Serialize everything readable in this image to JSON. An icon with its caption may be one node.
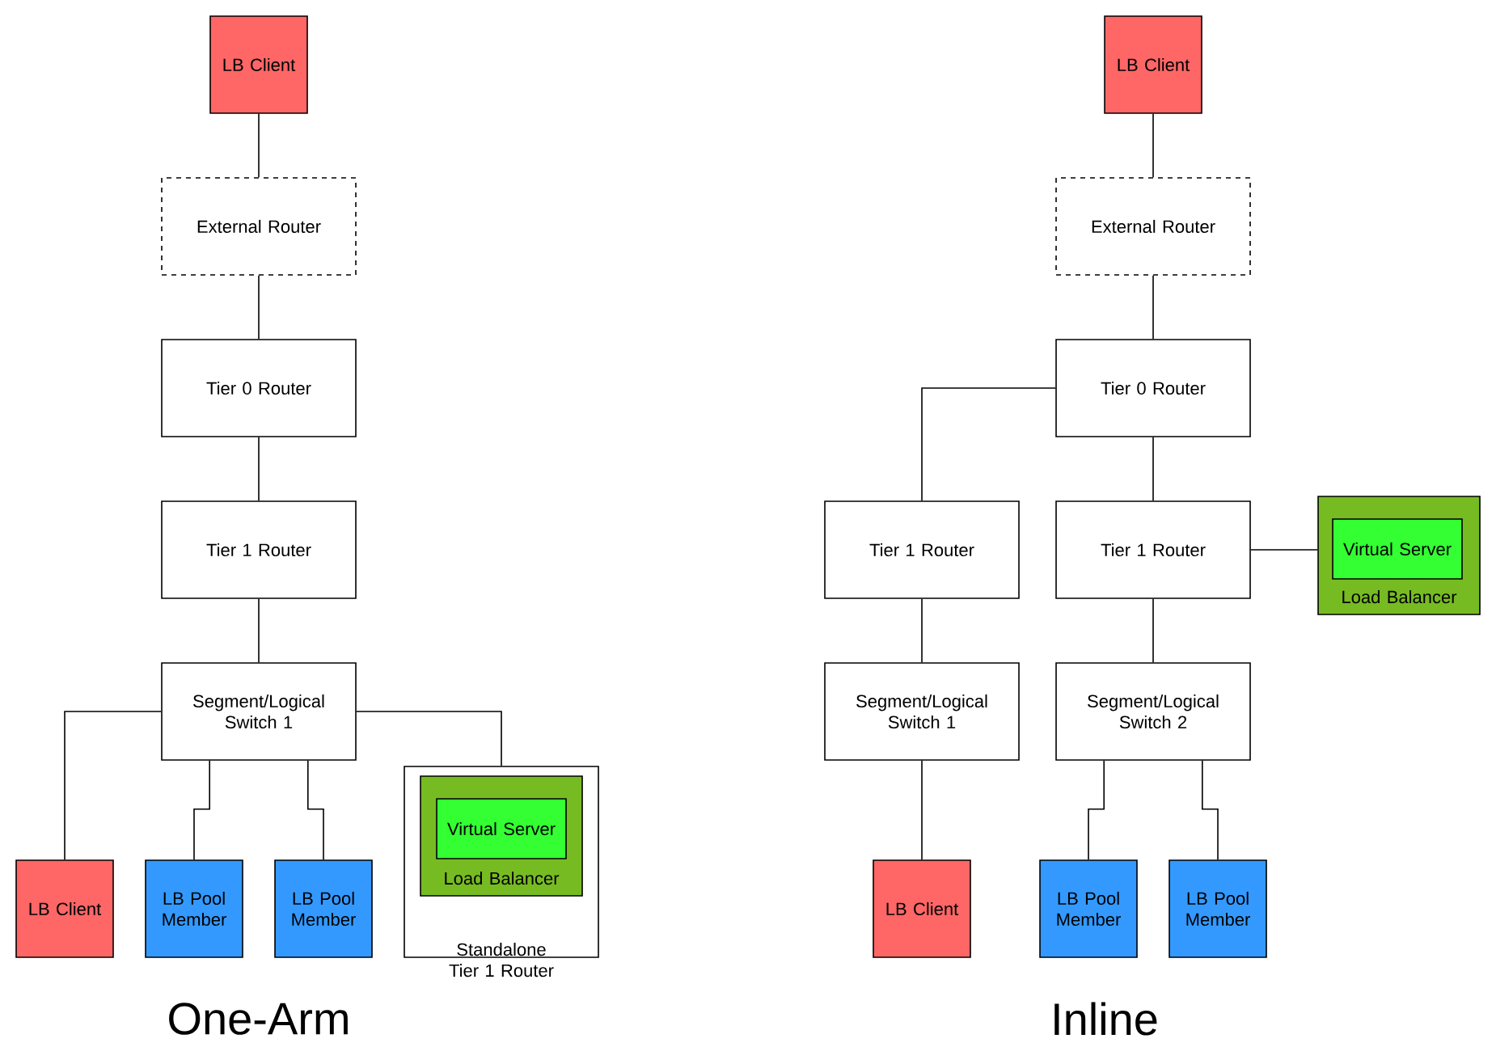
{
  "diagram": {
    "nodes": [
      {
        "text": [
          "LB Client"
        ]
      },
      {
        "text": [
          "External Router"
        ]
      },
      {
        "text": [
          "Tier 0 Router"
        ]
      },
      {
        "text": [
          "Tier 1 Router"
        ]
      },
      {
        "text": [
          "Segment/Logical Switch 1"
        ]
      },
      {
        "text": [
          "LB Client"
        ]
      },
      {
        "text": [
          "LB Pool Member"
        ]
      },
      {
        "text": [
          "LB Pool Member"
        ]
      },
      {
        "text": [
          "Standalone Tier 1 Router"
        ]
      },
      {
        "text": [
          "Load Balancer"
        ],
        "in": 8
      },
      {
        "text": [
          "Virtual Server"
        ],
        "in": 9
      },
      {
        "text": [
          "LB Client"
        ]
      },
      {
        "text": [
          "External Router"
        ]
      },
      {
        "text": [
          "Tier 0 Router"
        ]
      },
      {
        "text": [
          "Tier 1 Router"
        ]
      },
      {
        "text": [
          "Tier 1 Router"
        ]
      },
      {
        "text": [
          "Load Balancer"
        ]
      },
      {
        "text": [
          "Virtual Server"
        ],
        "in": 16
      },
      {
        "text": [
          "Segment/Logical Switch 1"
        ]
      },
      {
        "text": [
          "Segment/Logical Switch 2"
        ]
      },
      {
        "text": [
          "LB Client"
        ]
      },
      {
        "text": [
          "LB Pool Member"
        ]
      },
      {
        "text": [
          "LB Pool Member"
        ]
      }
    ],
    "edges": [
      {
        "from": 0,
        "to": 1,
        "arrow": "none"
      },
      {
        "from": 1,
        "to": 2,
        "arrow": "none"
      },
      {
        "from": 2,
        "to": 3,
        "arrow": "none"
      },
      {
        "from": 3,
        "to": 4,
        "arrow": "none"
      },
      {
        "from": 4,
        "to": 5,
        "arrow": "none"
      },
      {
        "from": 4,
        "to": 6,
        "arrow": "none"
      },
      {
        "from": 4,
        "to": 7,
        "arrow": "none"
      },
      {
        "from": 4,
        "to": 8,
        "arrow": "none"
      },
      {
        "from": 11,
        "to": 12,
        "arrow": "none"
      },
      {
        "from": 12,
        "to": 13,
        "arrow": "none"
      },
      {
        "from": 13,
        "to": 14,
        "arrow": "none"
      },
      {
        "from": 13,
        "to": 15,
        "arrow": "none"
      },
      {
        "from": 15,
        "to": 16,
        "arrow": "none"
      },
      {
        "from": 14,
        "to": 18,
        "arrow": "none"
      },
      {
        "from": 15,
        "to": 19,
        "arrow": "none"
      },
      {
        "from": 18,
        "to": 20,
        "arrow": "none"
      },
      {
        "from": 19,
        "to": 21,
        "arrow": "none"
      },
      {
        "from": 19,
        "to": 22,
        "arrow": "none"
      }
    ],
    "labels": [
      "One-Arm",
      "Inline"
    ]
  }
}
